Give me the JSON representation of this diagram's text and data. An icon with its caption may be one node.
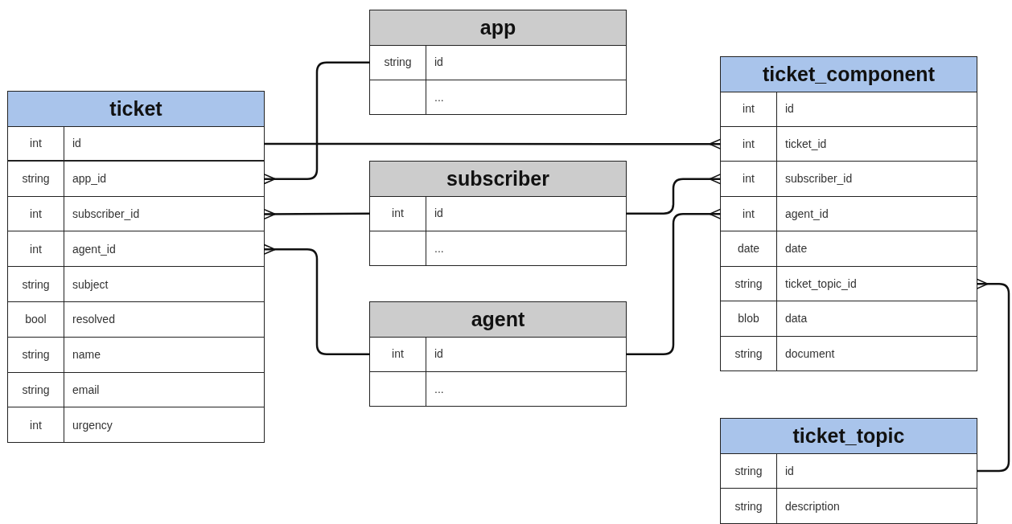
{
  "diagram": {
    "nodes": [
      {
        "text": [
          "ticket"
        ]
      },
      {
        "text": [
          "int",
          "id"
        ],
        "in": 0
      },
      {
        "text": [
          "string",
          "app_id"
        ],
        "in": 0
      },
      {
        "text": [
          "int",
          "subscriber_id"
        ],
        "in": 0
      },
      {
        "text": [
          "int",
          "agent_id"
        ],
        "in": 0
      },
      {
        "text": [
          "string",
          "subject"
        ],
        "in": 0
      },
      {
        "text": [
          "bool",
          "resolved"
        ],
        "in": 0
      },
      {
        "text": [
          "string",
          "name"
        ],
        "in": 0
      },
      {
        "text": [
          "string",
          "email"
        ],
        "in": 0
      },
      {
        "text": [
          "int",
          "urgency"
        ],
        "in": 0
      },
      {
        "text": [
          "app"
        ]
      },
      {
        "text": [
          "string",
          "id"
        ],
        "in": 10
      },
      {
        "text": [
          "..."
        ],
        "in": 10
      },
      {
        "text": [
          "subscriber"
        ]
      },
      {
        "text": [
          "int",
          "id"
        ],
        "in": 13
      },
      {
        "text": [
          "..."
        ],
        "in": 13
      },
      {
        "text": [
          "agent"
        ]
      },
      {
        "text": [
          "int",
          "id"
        ],
        "in": 16
      },
      {
        "text": [
          "..."
        ],
        "in": 16
      },
      {
        "text": [
          "ticket_component"
        ]
      },
      {
        "text": [
          "int",
          "id"
        ],
        "in": 19
      },
      {
        "text": [
          "int",
          "ticket_id"
        ],
        "in": 19
      },
      {
        "text": [
          "int",
          "subscriber_id"
        ],
        "in": 19
      },
      {
        "text": [
          "int",
          "agent_id"
        ],
        "in": 19
      },
      {
        "text": [
          "date",
          "date"
        ],
        "in": 19
      },
      {
        "text": [
          "string",
          "ticket_topic_id"
        ],
        "in": 19
      },
      {
        "text": [
          "blob",
          "data"
        ],
        "in": 19
      },
      {
        "text": [
          "string",
          "document"
        ],
        "in": 19
      },
      {
        "text": [
          "ticket_topic"
        ]
      },
      {
        "text": [
          "string",
          "id"
        ],
        "in": 28
      },
      {
        "text": [
          "string",
          "description"
        ],
        "in": 28
      }
    ],
    "edges": [
      {
        "from": 21,
        "to": 1,
        "arrow": "other"
      },
      {
        "from": 2,
        "to": 11,
        "arrow": "other"
      },
      {
        "from": 3,
        "to": 14,
        "arrow": "other"
      },
      {
        "from": 4,
        "to": 17,
        "arrow": "other"
      },
      {
        "from": 22,
        "to": 14,
        "arrow": "other"
      },
      {
        "from": 23,
        "to": 17,
        "arrow": "other"
      },
      {
        "from": 25,
        "to": 29,
        "arrow": "other"
      }
    ]
  }
}
